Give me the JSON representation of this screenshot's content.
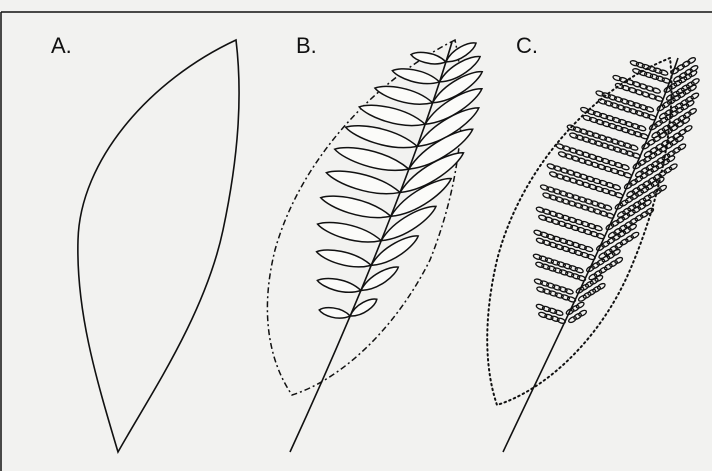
{
  "panels": [
    {
      "label": "A.",
      "style": "outline"
    },
    {
      "label": "B.",
      "style": "pinnate"
    },
    {
      "label": "C.",
      "style": "sporangia"
    }
  ],
  "colors": {
    "ink": "#111111",
    "background": "#f2f2f0",
    "page_text": "#cfcfcc"
  }
}
